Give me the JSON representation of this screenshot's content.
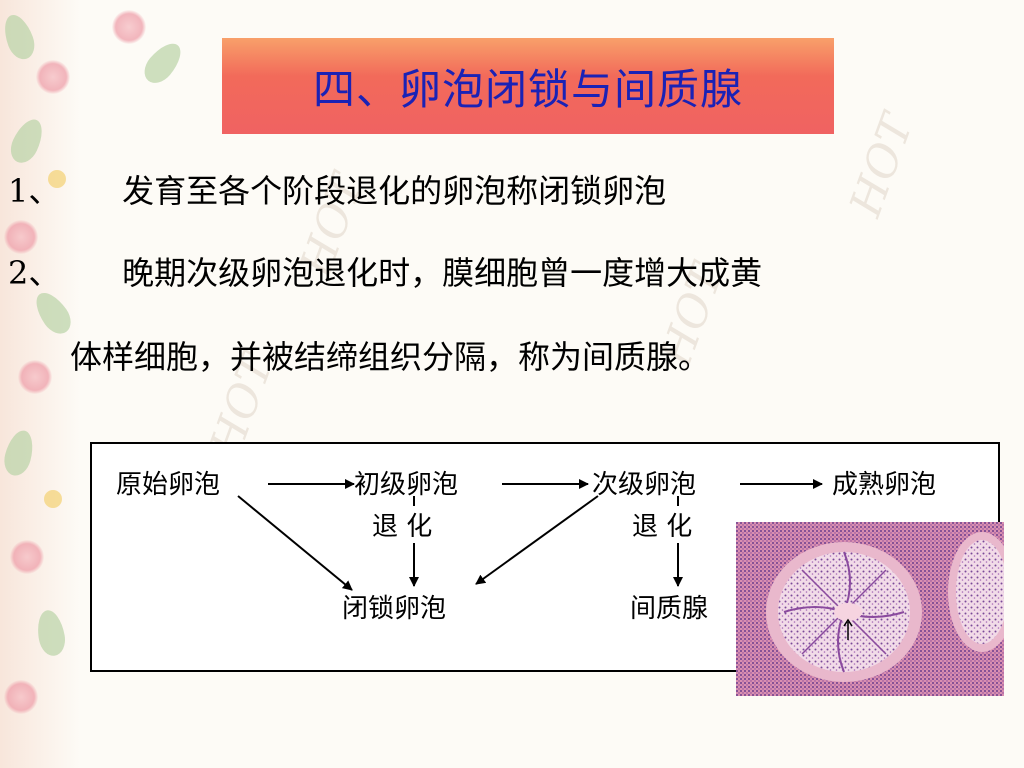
{
  "slide": {
    "title": "四、卵泡闭锁与间质腺",
    "points": [
      {
        "num": "1、",
        "text": "发育至各个阶段退化的卵泡称闭锁卵泡"
      },
      {
        "num": "2、",
        "text": "晚期次级卵泡退化时，膜细胞曾一度增大成黄",
        "continuation": "体样细胞，并被结缔组织分隔，称为间质腺。"
      }
    ]
  },
  "diagram": {
    "nodes": {
      "primordial": "原始卵泡",
      "primary": "初级卵泡",
      "secondary": "次级卵泡",
      "mature": "成熟卵泡",
      "degenerate_1": "退  化",
      "degenerate_2": "退  化",
      "atretic": "闭锁卵泡",
      "interstitial": "间质腺"
    }
  },
  "decoration": {
    "watermark_text": "HOT"
  },
  "colors": {
    "title_text": "#1a22b6",
    "title_bg_top": "#f8a06a",
    "title_bg_bottom": "#f06262",
    "tissue_pink": "#d98fb0",
    "tissue_purple": "#6d3f8e"
  }
}
